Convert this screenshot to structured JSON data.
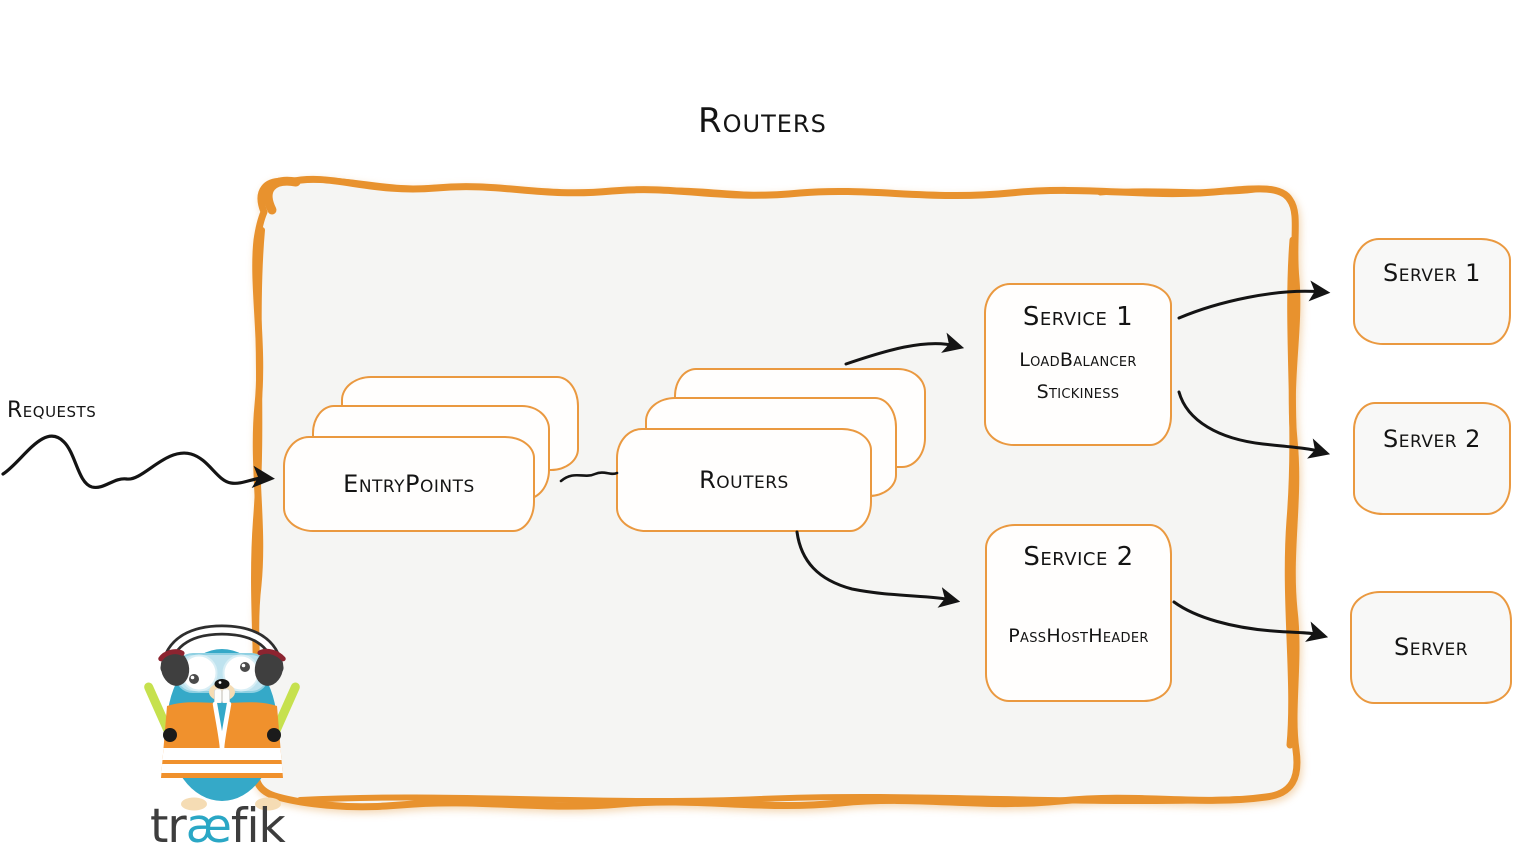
{
  "title": "Routers",
  "requests": {
    "label": "Requests"
  },
  "boxes": {
    "entrypoints": {
      "label": "EntryPoints"
    },
    "routers": {
      "label": "Routers"
    },
    "service1": {
      "title": "Service 1",
      "line1": "LoadBalancer",
      "line2": "Stickiness"
    },
    "service2": {
      "title": "Service 2",
      "line1": "PassHostHeader"
    },
    "server1": {
      "label": "Server 1"
    },
    "server2": {
      "label": "Server 2"
    },
    "server3": {
      "label": "Server"
    }
  },
  "logo": {
    "part1": "tr",
    "part2": "æ",
    "part3": "fik"
  },
  "colors": {
    "region_border_orange": "#e8922e",
    "box_border_orange": "#ea9940",
    "region_fill": "#f5f5f3",
    "server_fill": "#f8f8f7",
    "ink": "#141414",
    "logo_teal": "#2aa7c5",
    "logo_dark": "#3d3d3d",
    "mascot_teal": "#35a9c8",
    "vest_orange": "#f0912d",
    "stick_green": "#c6e14e"
  }
}
